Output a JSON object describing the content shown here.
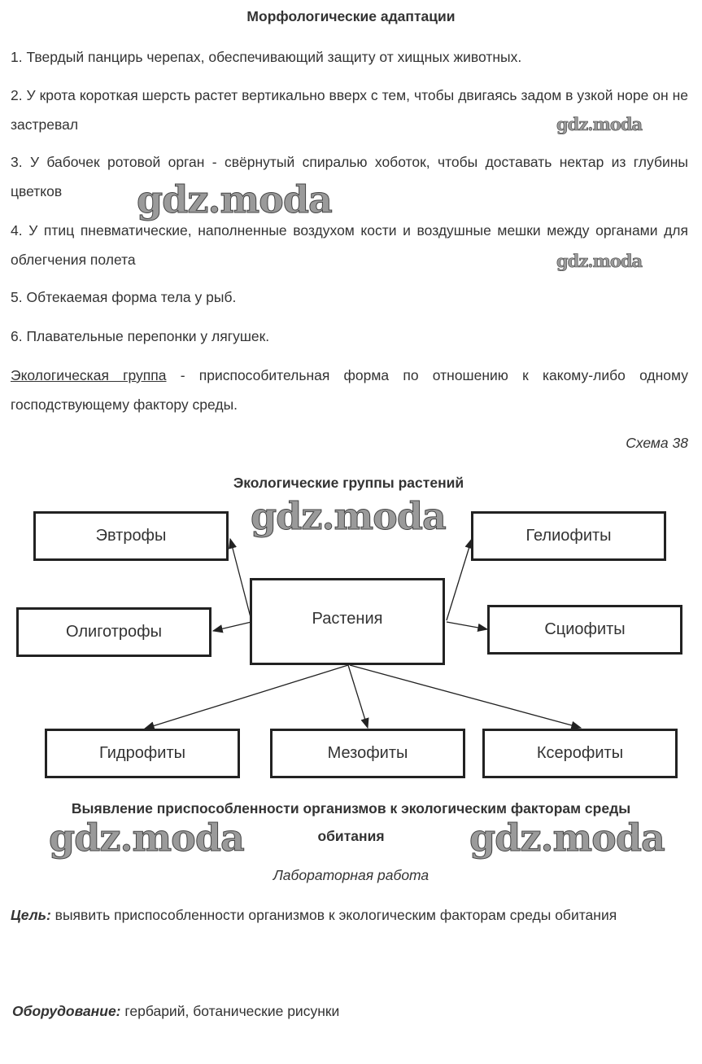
{
  "heading": "Морфологические адаптации",
  "items": [
    "1. Твердый панцирь черепах, обеспечивающий защиту от хищных животных.",
    "2. У крота короткая шерсть растет вертикально вверх с тем, чтобы двигаясь задом в узкой норе он не застревал",
    "3. У бабочек ротовой орган - свёрнутый спиралью хоботок, чтобы доставать нектар из глубины цветков",
    "4. У птиц пневматические, наполненные воздухом кости и воздушные мешки между органами для облегчения полета",
    "5. Обтекаемая форма тела у рыб.",
    "6. Плавательные перепонки у лягушек."
  ],
  "definition": {
    "term": "Экологическая группа",
    "text": " - приспособительная форма по отношению к какому-либо одному господствующему фактору среды."
  },
  "scheme_label": "Схема 38",
  "diagram": {
    "title": "Экологические группы растений",
    "center": "Растения",
    "nodes": [
      "Эвтрофы",
      "Гелиофиты",
      "Олиготрофы",
      "Сциофиты",
      "Гидрофиты",
      "Мезофиты",
      "Ксерофиты"
    ]
  },
  "lab": {
    "title_line1": "Выявление приспособленности организмов к экологическим факторам среды",
    "title_line2": "обитания",
    "subtitle": "Лабораторная работа",
    "goal_label": "Цель:",
    "goal_text": " выявить приспособленности организмов к экологическим факторам среды обитания",
    "equipment_label": "Оборудование:",
    "equipment_text": " гербарий, ботанические рисунки"
  },
  "watermark": "gdz.moda"
}
